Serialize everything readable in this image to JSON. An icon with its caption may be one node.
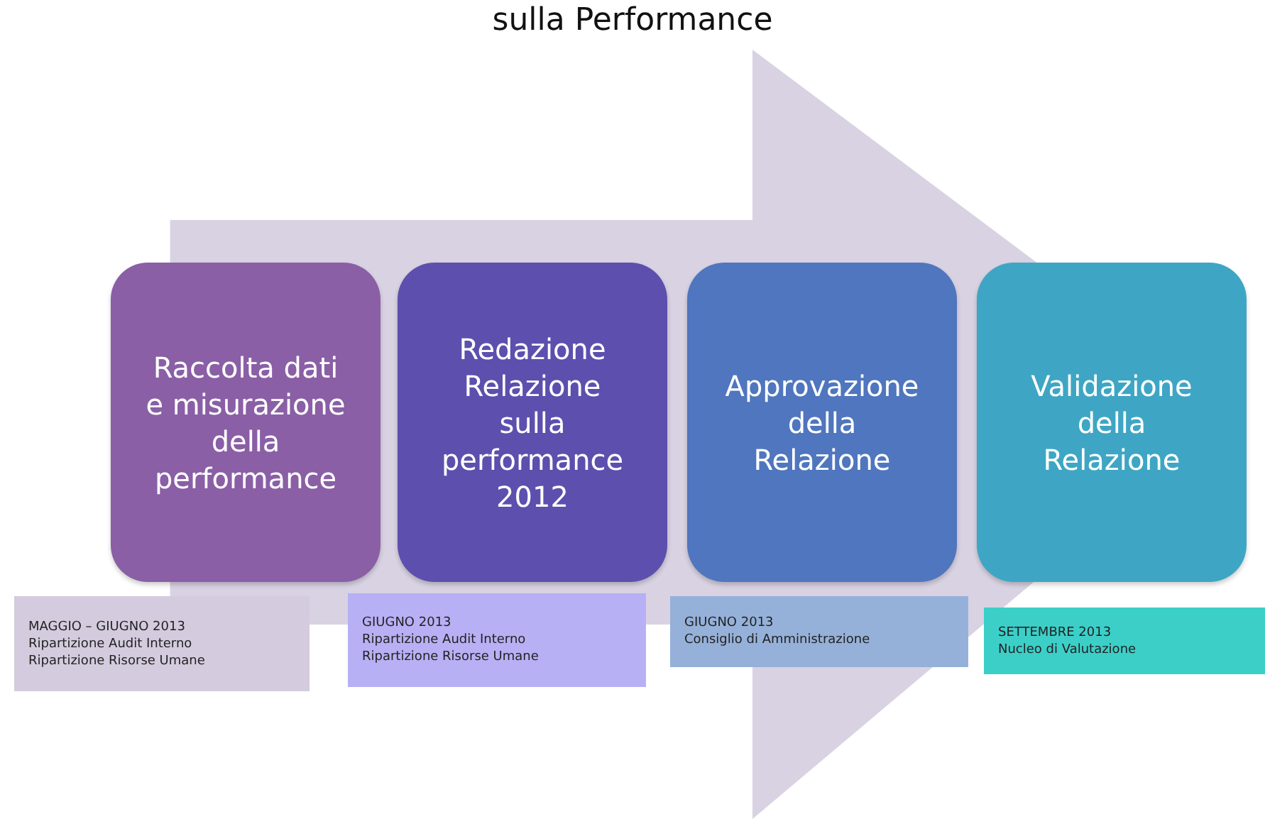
{
  "diagram": {
    "title": "sulla Performance",
    "nodes": [
      {
        "text": [
          "Raccolta dati e misurazione della performance"
        ]
      },
      {
        "text": [
          "Redazione Relazione sulla performance 2012"
        ]
      },
      {
        "text": [
          "Approvazione della Relazione"
        ]
      },
      {
        "text": [
          "Validazione della Relazione"
        ]
      },
      {
        "text": [
          "MAGGIO – GIUGNO 2013",
          "Ripartizione Audit Interno",
          "Ripartizione Risorse Umane"
        ]
      },
      {
        "text": [
          "GIUGNO 2013",
          "Ripartizione Audit Interno",
          "Ripartizione Risorse Umane"
        ]
      },
      {
        "text": [
          "GIUGNO 2013",
          "Consiglio di Amministrazione"
        ]
      },
      {
        "text": [
          "SETTEMBRE 2013",
          "Nucleo di Valutazione"
        ]
      }
    ],
    "edges": [
      {
        "from": 0,
        "to": 3,
        "arrow": "to"
      }
    ]
  }
}
